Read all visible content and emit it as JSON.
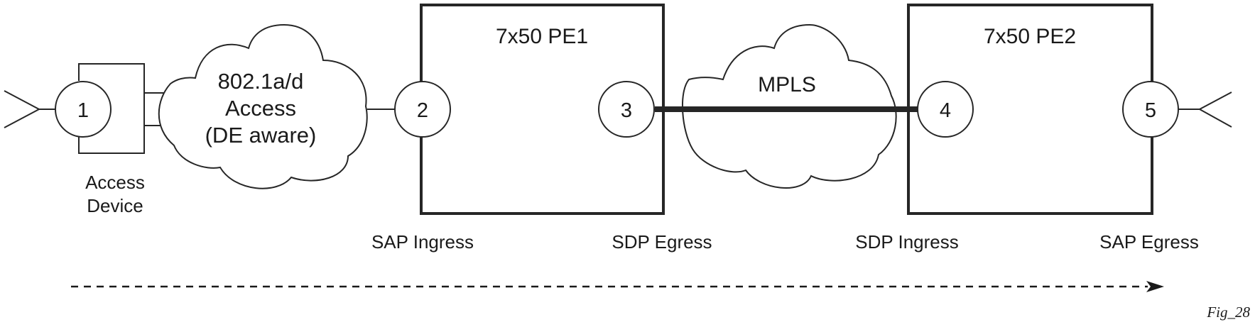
{
  "diagram": {
    "title": "QoS DE-aware traffic path",
    "clouds": {
      "access": {
        "lines": [
          "802.1a/d",
          "Access",
          "(DE aware)"
        ]
      },
      "mpls": {
        "label": "MPLS"
      }
    },
    "boxes": {
      "pe1": {
        "label": "7x50 PE1"
      },
      "pe2": {
        "label": "7x50 PE2"
      }
    },
    "access_device": {
      "lines": [
        "Access",
        "Device"
      ]
    },
    "nodes": [
      "1",
      "2",
      "3",
      "4",
      "5"
    ],
    "point_labels": {
      "sap_ingress": "SAP Ingress",
      "sdp_egress": "SDP Egress",
      "sdp_ingress": "SDP Ingress",
      "sap_egress": "SAP Egress"
    },
    "flow_direction": "left-to-right",
    "figure_label": "Fig_28"
  }
}
